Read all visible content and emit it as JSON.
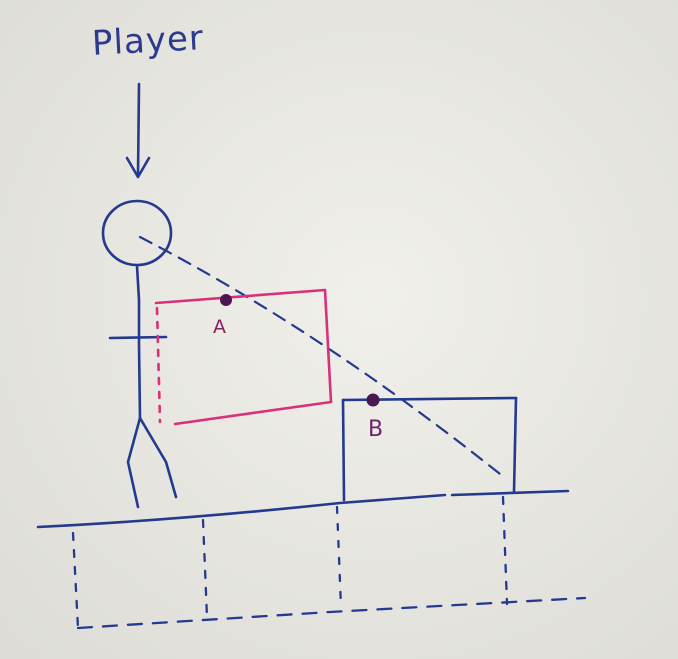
{
  "labels": {
    "player": "Player",
    "point_a": "A",
    "point_b": "B"
  },
  "colors": {
    "paper": "#ecebe6",
    "blue_ink": "#233a8f",
    "pink_ink": "#d8307a",
    "purple_ink": "#5a1f60"
  }
}
